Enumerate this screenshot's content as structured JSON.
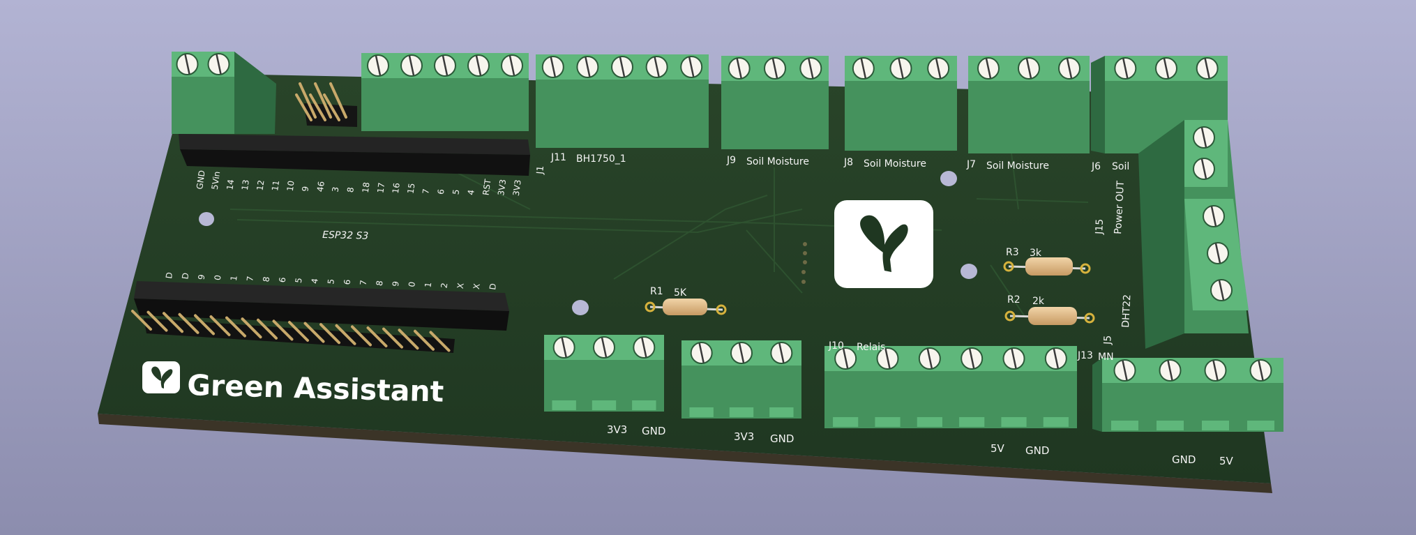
{
  "colors": {
    "board": "#233c25",
    "board_edge": "#3b3427",
    "terminal": "#45925d",
    "terminal_top": "#5fb77b",
    "terminal_side": "#2e6a41",
    "header": "#151515",
    "silk": "#f4f4f4",
    "resistor": "#e2bd8c"
  },
  "brand": {
    "name": "Green Assistant",
    "logo_icon": "sprout-icon"
  },
  "module": {
    "label": "ESP32 S3"
  },
  "header_top_pins": [
    "GND",
    "5Vin",
    "14",
    "13",
    "12",
    "11",
    "10",
    "9",
    "46",
    "3",
    "8",
    "18",
    "17",
    "16",
    "15",
    "7",
    "6",
    "5",
    "4",
    "RST",
    "3V3",
    "3V3"
  ],
  "header_bottom_pins": [
    "D",
    "D",
    "9",
    "0",
    "1",
    "7",
    "8",
    "6",
    "5",
    "4",
    "5",
    "6",
    "7",
    "8",
    "9",
    "0",
    "1",
    "2",
    "X",
    "X",
    "D"
  ],
  "connectors": [
    {
      "ref": "J11",
      "name": "BH1750_1"
    },
    {
      "ref": "J9",
      "name": "Soil Moisture"
    },
    {
      "ref": "J8",
      "name": "Soil Moisture"
    },
    {
      "ref": "J7",
      "name": "Soil Moisture"
    },
    {
      "ref": "J6",
      "name": "Soil"
    },
    {
      "ref": "J1",
      "name": ""
    },
    {
      "ref": "J15",
      "name": "Power OUT"
    },
    {
      "ref": "J5",
      "name": "DHT22"
    },
    {
      "ref": "J13",
      "name": "MN"
    },
    {
      "ref": "J10",
      "name": "Relais"
    }
  ],
  "resistors": [
    {
      "ref": "R1",
      "value": "5K"
    },
    {
      "ref": "R3",
      "value": "3k"
    },
    {
      "ref": "R2",
      "value": "2k"
    }
  ],
  "pin_labels": {
    "t1_a": "3V3",
    "t1_b": "GND",
    "t2_a": "3V3",
    "t2_b": "GND",
    "t3_a": "5V",
    "t3_b": "GND",
    "t4_a": "GND",
    "t4_b": "5V"
  }
}
